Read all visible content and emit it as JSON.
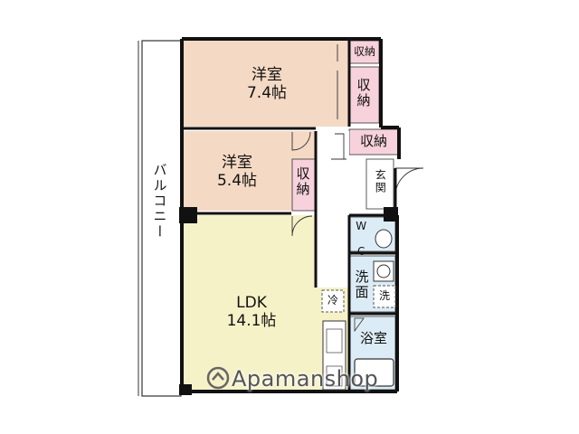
{
  "rooms": {
    "bedroom1": {
      "name": "洋室",
      "size": "7.4帖"
    },
    "bedroom2": {
      "name": "洋室",
      "size": "5.4帖"
    },
    "ldk": {
      "name": "LDK",
      "size": "14.1帖"
    },
    "closet_top_small": "収納",
    "closet_top": "収納",
    "closet_mid": "収納",
    "closet_bedroom2": "収納",
    "entrance": "玄関",
    "wc": "W C",
    "washroom": "洗面",
    "washer": "洗",
    "bath": "浴室",
    "fridge": "冷",
    "balcony": "バルコニー"
  },
  "watermark": "Apamanshop",
  "colors": {
    "bedroom_fill": "#f4d9c4",
    "ldk_fill": "#f6f2c8",
    "closet_fill": "#f7d2dc",
    "wet_fill": "#dcecf6",
    "wall": "#111111"
  }
}
